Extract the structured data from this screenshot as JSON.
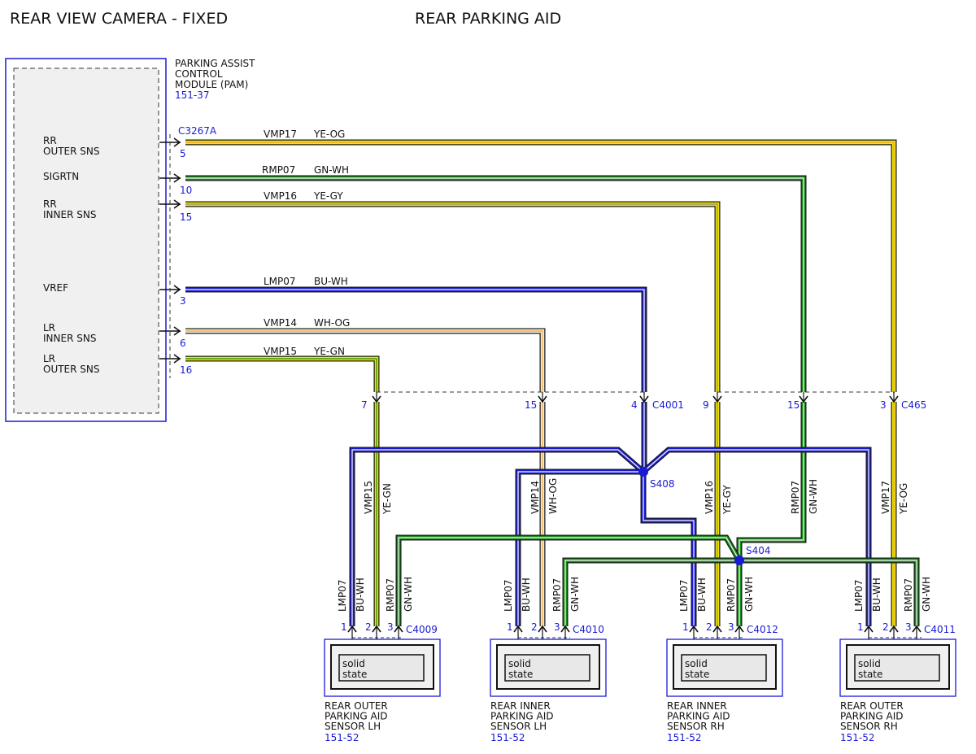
{
  "titles": {
    "left": "REAR VIEW CAMERA - FIXED",
    "right": "REAR PARKING AID"
  },
  "module": {
    "name_lines": [
      "PARKING ASSIST",
      "CONTROL",
      "MODULE (PAM)"
    ],
    "ref": "151-37",
    "connector": "C3267A",
    "pins": [
      {
        "label": [
          "RR",
          "OUTER SNS"
        ],
        "pin": "5"
      },
      {
        "label": [
          "SIGRTN"
        ],
        "pin": "10"
      },
      {
        "label": [
          "RR",
          "INNER SNS"
        ],
        "pin": "15"
      },
      {
        "label": [
          "VREF"
        ],
        "pin": "3"
      },
      {
        "label": [
          "LR",
          "INNER SNS"
        ],
        "pin": "6"
      },
      {
        "label": [
          "LR",
          "OUTER SNS"
        ],
        "pin": "16"
      }
    ]
  },
  "wires": [
    {
      "circuit": "VMP17",
      "color_code": "YE-OG"
    },
    {
      "circuit": "RMP07",
      "color_code": "GN-WH"
    },
    {
      "circuit": "VMP16",
      "color_code": "YE-GY"
    },
    {
      "circuit": "LMP07",
      "color_code": "BU-WH"
    },
    {
      "circuit": "VMP14",
      "color_code": "WH-OG"
    },
    {
      "circuit": "VMP15",
      "color_code": "YE-GN"
    }
  ],
  "inline_connectors": {
    "left": {
      "name": "C4001",
      "pins": [
        "7",
        "15",
        "4"
      ]
    },
    "right": {
      "name": "C465",
      "pins": [
        "9",
        "15",
        "3"
      ]
    }
  },
  "vertical_labels": [
    {
      "circuit": "VMP15",
      "color_code": "YE-GN"
    },
    {
      "circuit": "VMP14",
      "color_code": "WH-OG"
    },
    {
      "circuit": "VMP16",
      "color_code": "YE-GY"
    },
    {
      "circuit": "RMP07",
      "color_code": "GN-WH"
    },
    {
      "circuit": "VMP17",
      "color_code": "YE-OG"
    }
  ],
  "splices": [
    {
      "name": "S408"
    },
    {
      "name": "S404"
    }
  ],
  "sensors": [
    {
      "connector": "C4009",
      "pins": [
        "1",
        "2",
        "3"
      ],
      "wire_labels": [
        [
          "LMP07",
          "BU-WH"
        ],
        [
          "RMP07",
          "GN-WH"
        ]
      ],
      "internal": [
        "solid",
        "state"
      ],
      "name_lines": [
        "REAR OUTER",
        "PARKING AID",
        "SENSOR LH"
      ],
      "ref": "151-52"
    },
    {
      "connector": "C4010",
      "pins": [
        "1",
        "2",
        "3"
      ],
      "wire_labels": [
        [
          "LMP07",
          "BU-WH"
        ],
        [
          "RMP07",
          "GN-WH"
        ]
      ],
      "internal": [
        "solid",
        "state"
      ],
      "name_lines": [
        "REAR INNER",
        "PARKING AID",
        "SENSOR LH"
      ],
      "ref": "151-52"
    },
    {
      "connector": "C4012",
      "pins": [
        "1",
        "2",
        "3"
      ],
      "wire_labels": [
        [
          "LMP07",
          "BU-WH"
        ],
        [
          "RMP07",
          "GN-WH"
        ]
      ],
      "internal": [
        "solid",
        "state"
      ],
      "name_lines": [
        "REAR INNER",
        "PARKING AID",
        "SENSOR RH"
      ],
      "ref": "151-52"
    },
    {
      "connector": "C4011",
      "pins": [
        "1",
        "2",
        "3"
      ],
      "wire_labels": [
        [
          "LMP07",
          "BU-WH"
        ],
        [
          "RMP07",
          "GN-WH"
        ]
      ],
      "internal": [
        "solid",
        "state"
      ],
      "name_lines": [
        "REAR OUTER",
        "PARKING AID",
        "SENSOR RH"
      ],
      "ref": "151-52"
    }
  ],
  "colors": {
    "yellow": "#f2e600",
    "green": "#168a16",
    "blue": "#1a1ad6",
    "orange": "#f0a030",
    "white_wire": "#f4f0e0",
    "ref_text": "#1a1ad6"
  }
}
